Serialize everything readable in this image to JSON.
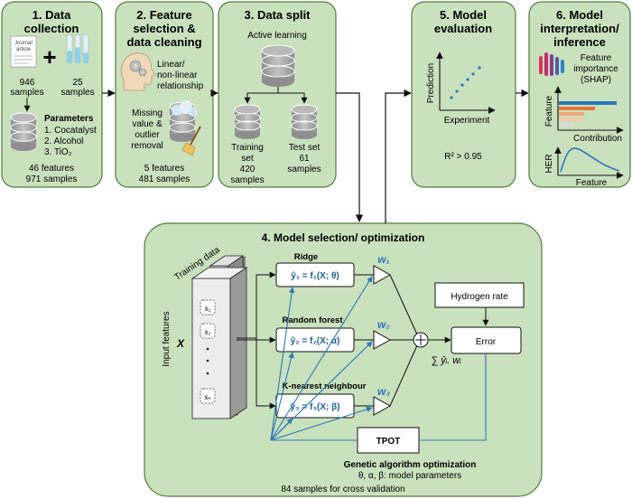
{
  "colors": {
    "panel_fill": "#c9e1bd",
    "panel_stroke": "#4e7d3c",
    "blue": "#2a78b8",
    "db_fill": "#a9aaa9"
  },
  "stage1": {
    "title_l1": "1. Data",
    "title_l2": "collection",
    "journal_l1": "Journal",
    "journal_l2": "article",
    "samples_left_l1": "946",
    "samples_left_l2": "samples",
    "plus": "+",
    "samples_right_l1": "25",
    "samples_right_l2": "samples",
    "params_title": "Parameters",
    "param1": "1. Cocatalyst",
    "param2": "2. Alcohol",
    "param3": "3. TiO₂",
    "footer_l1": "46 features",
    "footer_l2": "971 samples"
  },
  "stage2": {
    "title_l1": "2. Feature",
    "title_l2": "selection &",
    "title_l3": "data cleaning",
    "rel_l1": "Linear/",
    "rel_l2": "non-linear",
    "rel_l3": "relationship",
    "miss_l1": "Missing",
    "miss_l2": "value &",
    "miss_l3": "outlier",
    "miss_l4": "removal",
    "footer_l1": "5 features",
    "footer_l2": "481 samples"
  },
  "stage3": {
    "title": "3. Data split",
    "active": "Active learning",
    "train_l1": "Training",
    "train_l2": "set",
    "train_l3": "420",
    "train_l4": "samples",
    "test_l1": "Test set",
    "test_l2": "61",
    "test_l3": "samples"
  },
  "stage4": {
    "title": "4. Model selection/ optimization",
    "training_data": "Training data",
    "input_features": "Input features",
    "X": "X",
    "x1": "x₁",
    "x2": "x₂",
    "xn": "xₙ",
    "ridge": "Ridge",
    "rf": "Random forest",
    "knn": "K-nearest neighbour",
    "f1": "ŷ₁ = f₁(X; θ)",
    "f2": "ŷ₂ = f₂(X; α)",
    "f3": "ŷ₃ = f₃(X; β)",
    "w1": "w₁",
    "w2": "w₂",
    "w3": "w₃",
    "plus_sym": "+",
    "sum": "∑ ŷᵢ. wᵢ",
    "hydrogen": "Hydrogen rate",
    "error": "Error",
    "tpot": "TPOT",
    "ga": "Genetic algorithm optimization",
    "params": "θ, α, β: model parameters",
    "cv": "84 samples for cross validation"
  },
  "stage5": {
    "title_l1": "5. Model",
    "title_l2": "evaluation",
    "ylabel": "Prediction",
    "xlabel": "Experiment",
    "r2": "R² > 0.95"
  },
  "stage6": {
    "title_l1": "6. Model",
    "title_l2": "interpretation/",
    "title_l3": "inference",
    "fi_l1": "Feature",
    "fi_l2": "importance",
    "fi_l3": "(SHAP)",
    "feature_axis": "Feature",
    "contribution": "Contribution",
    "her": "HER",
    "feature_x": "Feature"
  }
}
